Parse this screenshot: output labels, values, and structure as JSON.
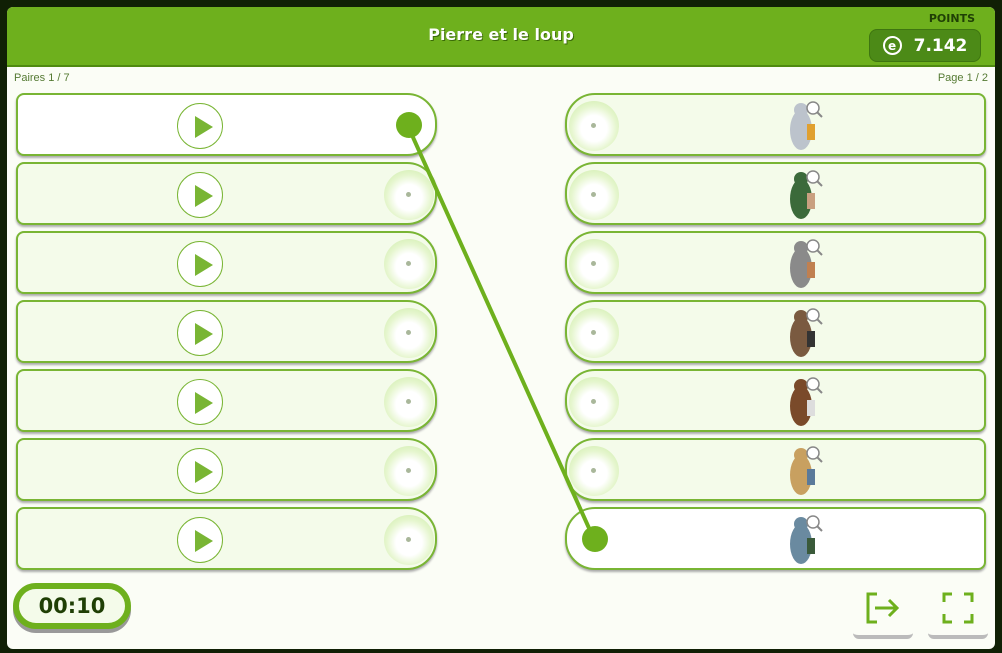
{
  "header": {
    "title": "Pierre et le loup",
    "points_label": "POINTS",
    "points_value": "7.142",
    "coin_symbol": "e"
  },
  "pairs_label": "Paires 1 / 7",
  "page_label": "Page 1 / 2",
  "left_items": [
    {
      "type": "audio"
    },
    {
      "type": "audio"
    },
    {
      "type": "audio"
    },
    {
      "type": "audio"
    },
    {
      "type": "audio"
    },
    {
      "type": "audio"
    },
    {
      "type": "audio"
    }
  ],
  "right_items": [
    {
      "image": "cat-clarinet"
    },
    {
      "image": "hunters"
    },
    {
      "image": "cat-photo"
    },
    {
      "image": "bird-flute"
    },
    {
      "image": "duck-oboe"
    },
    {
      "image": "grandfather"
    },
    {
      "image": "wolf-horn"
    }
  ],
  "connection": {
    "left_index": 0,
    "right_index": 6
  },
  "timer": "00:10",
  "colors": {
    "accent": "#6eb01d",
    "dark": "#1f3f05"
  }
}
